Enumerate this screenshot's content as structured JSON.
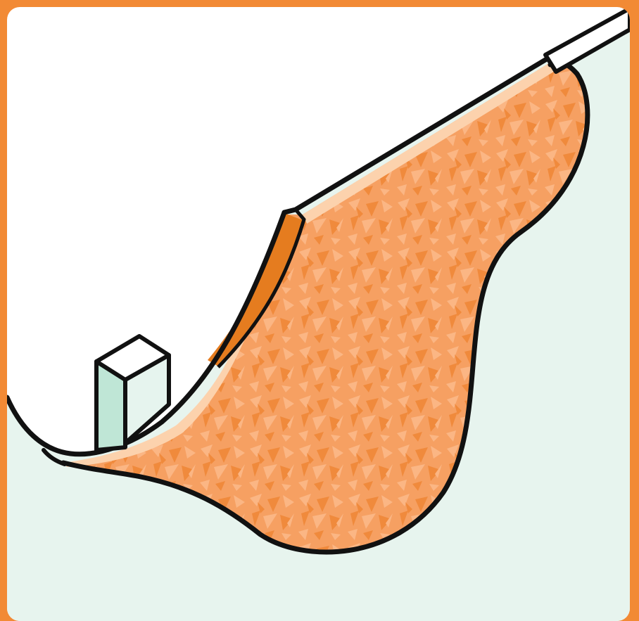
{
  "diagram": {
    "colors": {
      "frame": "#f28a35",
      "sky": "#ffffff",
      "ground": "#e7f4ee",
      "slide_mass": "#f6a062",
      "slide_texture_light": "#fbb684",
      "slide_texture_dark": "#f08a3c",
      "top_layer": "#fcd2ad",
      "scarp": "#e57c1f",
      "outline": "#111111",
      "building_front": "#bfe6d6",
      "building_side": "#e6f4ee",
      "building_top": "#ffffff"
    },
    "elements": [
      "landslide-mass",
      "slope-surface",
      "scarp",
      "building",
      "ground"
    ]
  }
}
